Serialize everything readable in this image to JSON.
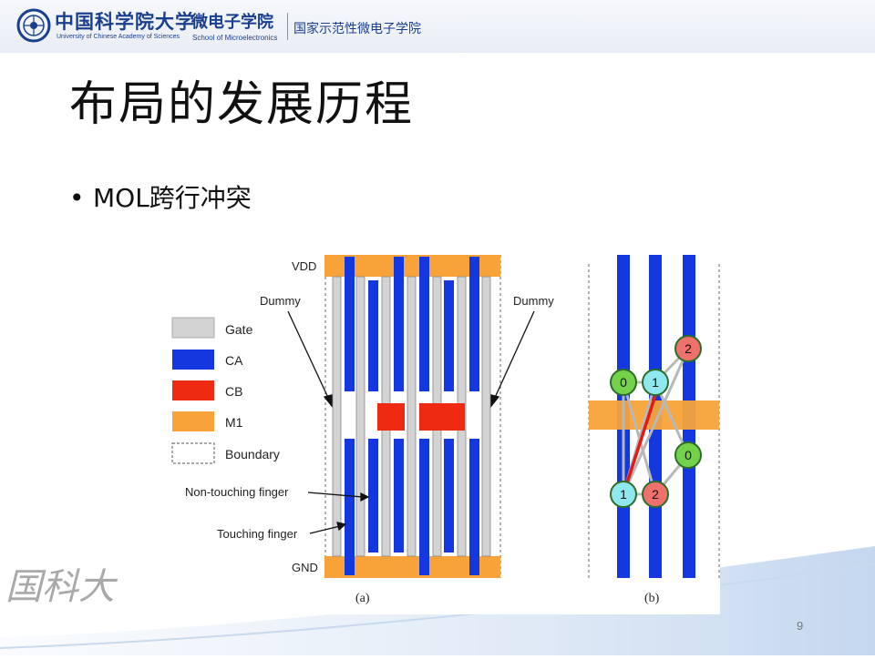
{
  "header": {
    "university_cn": "中国科学院大学",
    "university_en": "University of Chinese Academy of Sciences",
    "school_cn": "微电子学院",
    "school_en": "School of Microelectronics",
    "right_text": "国家示范性微电子学院",
    "brand_color": "#1a3f8f"
  },
  "slide": {
    "title": "布局的发展历程",
    "bullet": "MOL跨行冲突",
    "page_number": "9",
    "watermark": "国科大"
  },
  "legend": [
    {
      "label": "Gate",
      "color": "#d3d3d3"
    },
    {
      "label": "CA",
      "color": "#1438e0"
    },
    {
      "label": "CB",
      "color": "#ee2a12"
    },
    {
      "label": "M1",
      "color": "#f7a339"
    },
    {
      "label": "Boundary",
      "color": "#ffffff"
    }
  ],
  "annotations": {
    "vdd": "VDD",
    "gnd": "GND",
    "dummy_left": "Dummy",
    "dummy_right": "Dummy",
    "non_touching": "Non-touching finger",
    "touching": "Touching finger",
    "caption_a": "(a)",
    "caption_b": "(b)"
  },
  "graph_nodes": [
    {
      "label": "0",
      "color": "#73d24a"
    },
    {
      "label": "1",
      "color": "#8ee8ee"
    },
    {
      "label": "2",
      "color": "#f0716b"
    },
    {
      "label": "0",
      "color": "#73d24a"
    },
    {
      "label": "1",
      "color": "#8ee8ee"
    },
    {
      "label": "2",
      "color": "#f0716b"
    }
  ]
}
